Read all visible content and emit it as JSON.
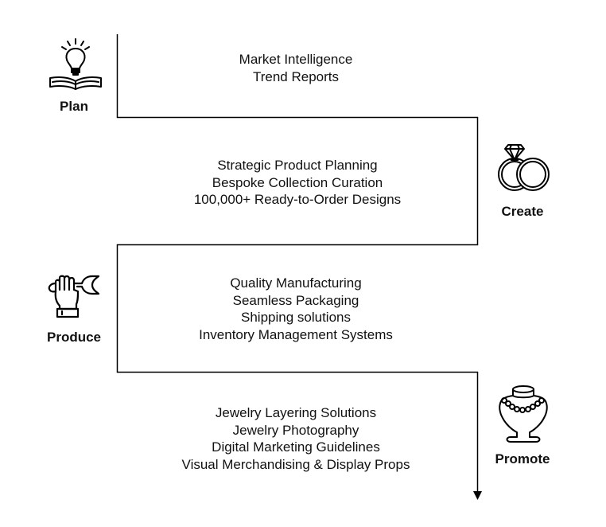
{
  "stages": [
    {
      "name": "Plan",
      "icon": "lightbulb-book-icon",
      "items": [
        "Market Intelligence",
        "Trend Reports"
      ]
    },
    {
      "name": "Create",
      "icon": "diamond-rings-icon",
      "items": [
        "Strategic Product Planning",
        "Bespoke Collection Curation",
        "100,000+ Ready-to-Order Designs"
      ]
    },
    {
      "name": "Produce",
      "icon": "hand-wrench-icon",
      "items": [
        "Quality Manufacturing",
        "Seamless Packaging",
        "Shipping solutions",
        "Inventory Management Systems"
      ]
    },
    {
      "name": "Promote",
      "icon": "necklace-bust-icon",
      "items": [
        "Jewelry Layering Solutions",
        "Jewelry Photography",
        "Digital Marketing Guidelines",
        "Visual Merchandising & Display Props"
      ]
    }
  ],
  "colors": {
    "line": "#000000",
    "text": "#111111"
  }
}
